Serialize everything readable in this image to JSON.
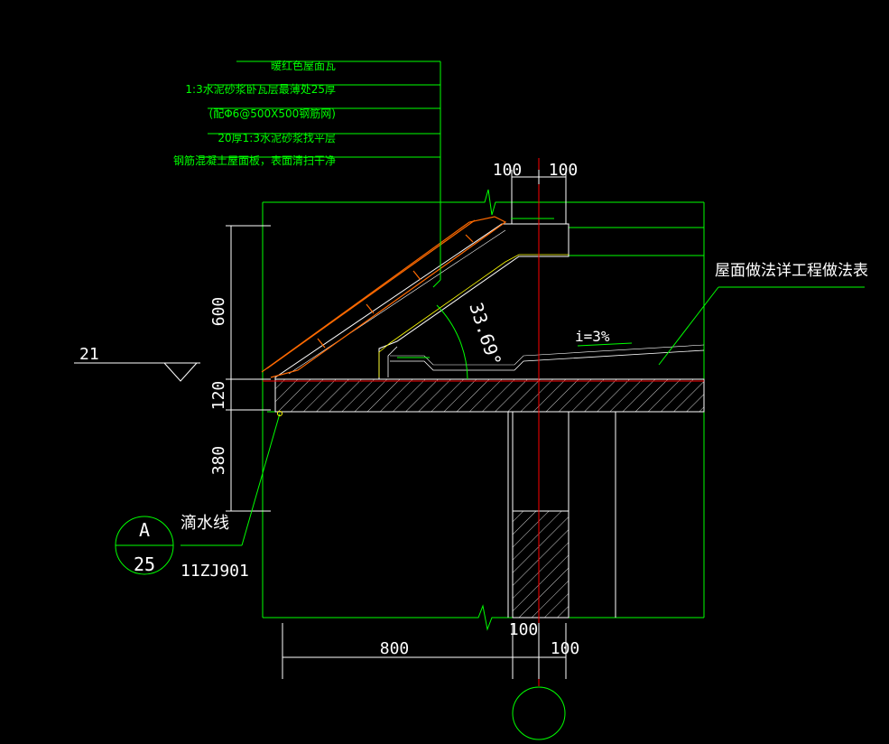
{
  "colors": {
    "background": "#000000",
    "outline": "#00ff00",
    "dimension": "#ffffff",
    "concrete": "#ffffff",
    "tile": "#ff6a00",
    "axis": "#ff0000",
    "mortar": "#ffff00",
    "note_text": "#00ff00"
  },
  "layer_notes": [
    "暖红色屋面瓦",
    "1:3水泥砂浆卧瓦层最薄处25厚",
    "(配Φ6@500X500钢筋网)",
    "20厚1:3水泥砂浆找平层",
    "钢筋混凝土屋面板，表面清扫干净"
  ],
  "dimensions": {
    "top_left": "100",
    "top_right": "100",
    "height_600": "600",
    "height_120": "120",
    "height_380": "380",
    "bottom_width": "800",
    "bottom_mid": "100",
    "bottom_right": "100"
  },
  "level_mark": "21",
  "angle_label": "33.69°",
  "slope_label": "i=3%",
  "roof_note": "屋面做法详工程做法表",
  "drip_label": "滴水线",
  "detail_ref": {
    "letter": "A",
    "number": "25",
    "atlas": "11ZJ901"
  },
  "axis_bubble": ""
}
